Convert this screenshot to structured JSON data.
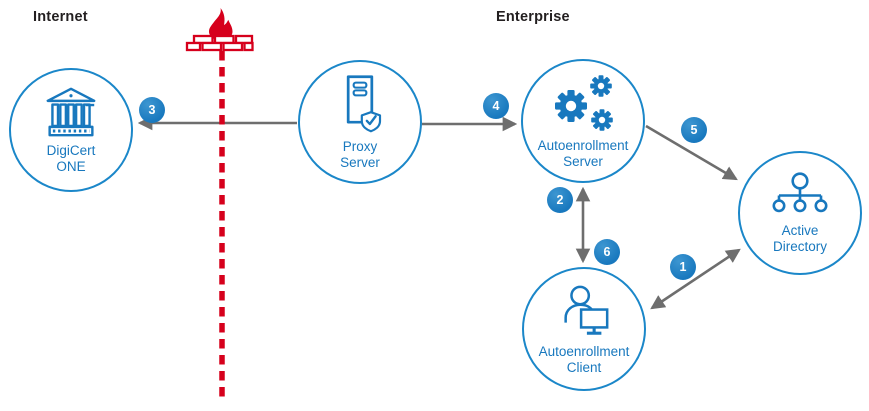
{
  "zones": {
    "internet": "Internet",
    "enterprise": "Enterprise"
  },
  "nodes": {
    "digicert_one": {
      "line1": "DigiCert",
      "line2": "ONE",
      "icon": "bank-icon"
    },
    "proxy_server": {
      "line1": "Proxy",
      "line2": "Server",
      "icon": "server-shield-icon"
    },
    "autoenrollment_server": {
      "line1": "Autoenrollment",
      "line2": "Server",
      "icon": "gears-icon"
    },
    "active_directory": {
      "line1": "Active",
      "line2": "Directory",
      "icon": "org-hierarchy-icon"
    },
    "autoenrollment_client": {
      "line1": "Autoenrollment",
      "line2": "Client",
      "icon": "user-workstation-icon"
    }
  },
  "badges": {
    "b1": "1",
    "b2": "2",
    "b3": "3",
    "b4": "4",
    "b5": "5",
    "b6": "6"
  },
  "connections": [
    {
      "step": "1",
      "from": "Autoenrollment Client",
      "to": "Active Directory",
      "direction": "two-way"
    },
    {
      "step": "2",
      "from": "Autoenrollment Server",
      "to": "Autoenrollment Client",
      "direction": "two-way"
    },
    {
      "step": "3",
      "from": "Proxy Server",
      "to": "DigiCert ONE",
      "direction": "one-way",
      "crosses": "firewall"
    },
    {
      "step": "4",
      "from": "Proxy Server",
      "to": "Autoenrollment Server",
      "direction": "one-way"
    },
    {
      "step": "5",
      "from": "Autoenrollment Server",
      "to": "Active Directory",
      "direction": "one-way"
    },
    {
      "step": "6",
      "from": "Autoenrollment Server",
      "to": "Autoenrollment Client",
      "direction": "two-way"
    }
  ],
  "colors": {
    "accent_blue": "#1878BE",
    "circle_stroke": "#1B87C9",
    "arrow_gray": "#6E6E6E",
    "firewall_red": "#D6001C",
    "heading_text": "#231F20"
  }
}
